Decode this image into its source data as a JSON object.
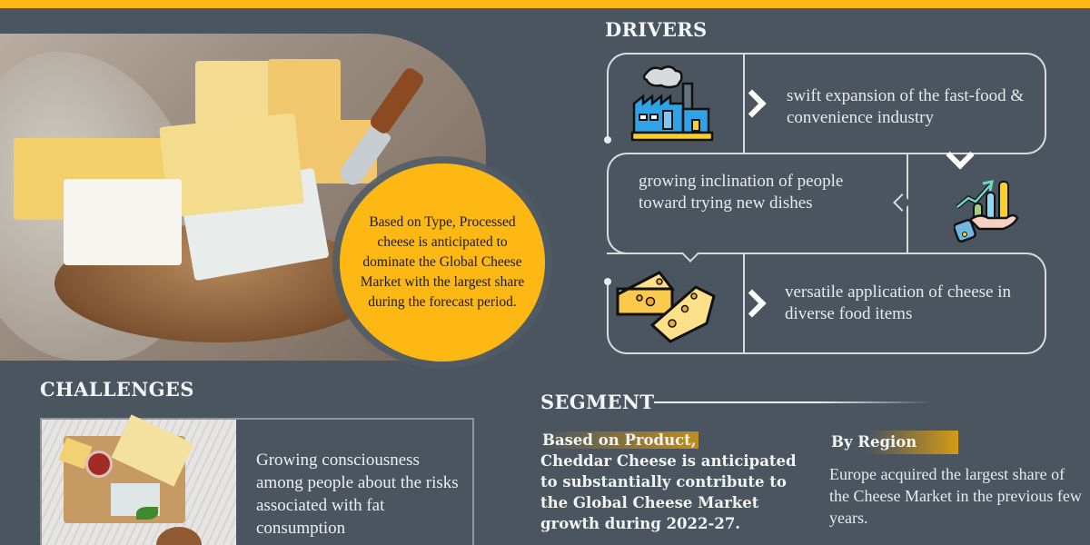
{
  "theme": {
    "background": "#4a5560",
    "accent": "#fdb813",
    "line": "#d7dbde"
  },
  "hero": {
    "image_alt": "Assorted cheeses on a wooden board with a cheese knife",
    "callout_text": "Based on Type, Processed cheese is anticipated to dominate the Global Cheese Market with the largest share during the forecast period."
  },
  "drivers": {
    "title": "DRIVERS",
    "items": [
      {
        "icon": "factory-icon",
        "text": "swift expansion of the fast-food & convenience industry"
      },
      {
        "icon": "growth-chart-hand-icon",
        "text": "growing inclination of people toward trying new dishes"
      },
      {
        "icon": "cheese-icon",
        "text": "versatile application of cheese in diverse food items"
      }
    ]
  },
  "challenges": {
    "title": "CHALLENGES",
    "image_alt": "Cheese platter with honey, walnuts and basil",
    "text": "Growing consciousness among people about the risks associated with fat consumption"
  },
  "segment": {
    "title": "SEGMENT",
    "product": {
      "label": "Based on Product,",
      "text": "Cheddar Cheese is anticipated to substantially contribute to the Global Cheese Market growth during 2022-27."
    },
    "region": {
      "label": "By Region",
      "text": "Europe acquired the largest share of the Cheese Market in the previous few years."
    }
  }
}
